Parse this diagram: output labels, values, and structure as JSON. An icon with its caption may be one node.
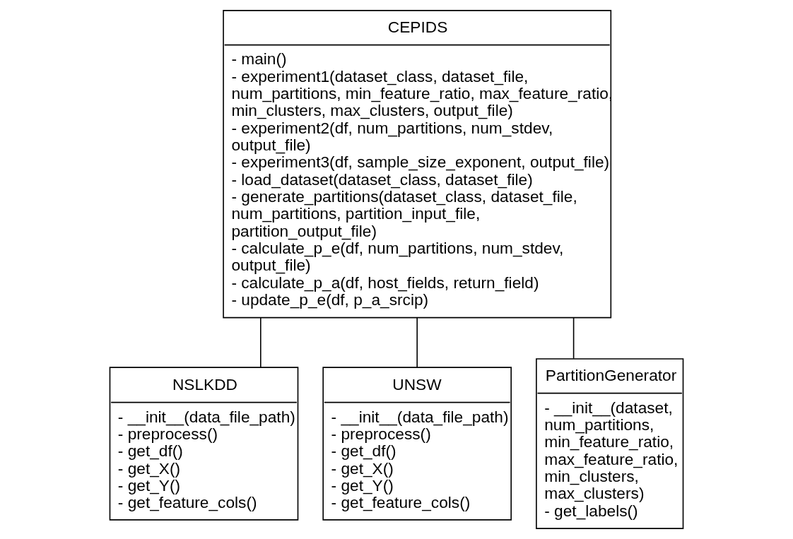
{
  "diagram": {
    "nodes": [
      {
        "text": [
          "CEPIDS",
          "- main()",
          "- experiment1(dataset_class, dataset_file, num_partitions, min_feature_ratio, max_feature_ratio, min_clusters, max_clusters, output_file)",
          "- experiment2(df, num_partitions, num_stdev, output_file)",
          "- experiment3(df, sample_size_exponent, output_file)",
          "- load_dataset(dataset_class, dataset_file)",
          "- generate_partitions(dataset_class, dataset_file, num_partitions, partition_input_file, partition_output_file)",
          "- calculate_p_e(df, num_partitions, num_stdev, output_file)",
          "- calculate_p_a(df, host_fields, return_field)",
          "- update_p_e(df, p_a_srcip)"
        ]
      },
      {
        "text": [
          "NSLKDD",
          "- __init__(data_file_path)",
          "- preprocess()",
          "- get_df()",
          "- get_X()",
          "- get_Y()",
          "- get_feature_cols()"
        ]
      },
      {
        "text": [
          "UNSW",
          "- __init__(data_file_path)",
          "- preprocess()",
          "- get_df()",
          "- get_X()",
          "- get_Y()",
          "- get_feature_cols()"
        ]
      },
      {
        "text": [
          "PartitionGenerator",
          "- __init__(dataset, num_partitions, min_feature_ratio, max_feature_ratio, min_clusters, max_clusters)",
          "- get_labels()"
        ]
      }
    ],
    "edges": [
      {
        "from": 0,
        "to": 1,
        "arrow": "none"
      },
      {
        "from": 0,
        "to": 2,
        "arrow": "none"
      },
      {
        "from": 0,
        "to": 3,
        "arrow": "none"
      }
    ]
  }
}
